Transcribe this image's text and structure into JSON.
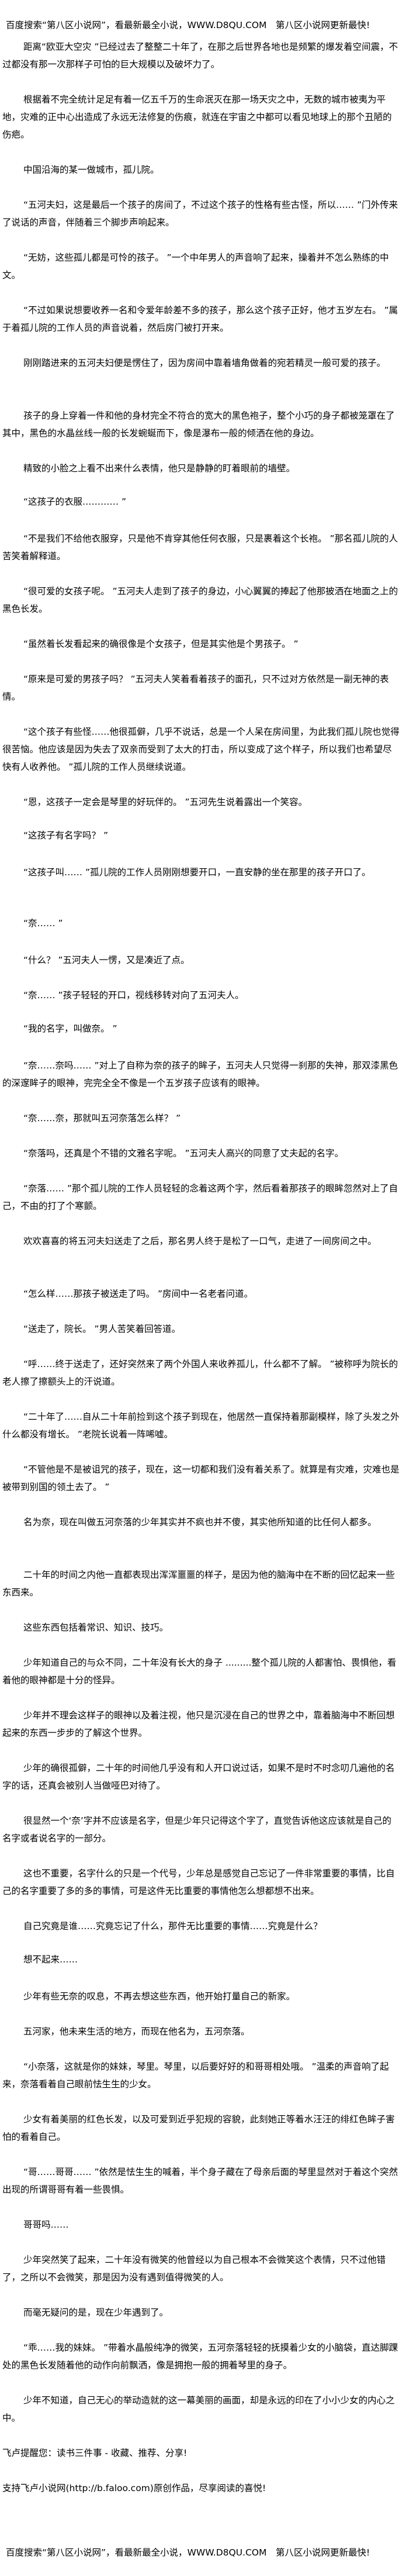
{
  "banner_top": "百度搜索“第八区小说网”，看最新最全小说，WWW.D8QU.COM　第八区小说网更新最快!",
  "paragraphs": [
    "距离“欧亚大空灾 ”已经过去了整整二十年了，在那之后世界各地也是频繁的爆发着空间震，不过都没有那一次那样子可怕的巨大规模以及破坏力了。",
    "根据着不完全统计足足有着一亿五千万的生命泯灭在那一场天灾之中，无数的城市被夷为平地，灾难的正中心出造成了永远无法修复的伤痕，就连在宇宙之中都可以看见地球上的那个丑陋的伤疤。",
    "中国沿海的某一做城市，孤儿院。",
    "“五河夫妇，这是最后一个孩子的房间了，不过这个孩子的性格有些古怪，所以…… ”门外传来了说话的声音，伴随着三个脚步声响起来。",
    "“无妨，这些孤儿都是可怜的孩子。 ”一个中年男人的声音响了起来，操着并不怎么熟练的中文。",
    "“不过如果说想要收养一名和令爱年龄差不多的孩子，那么这个孩子正好，他才五岁左右。 ”属于着孤儿院的工作人员的声音说着，然后房门被打开来。",
    "刚刚踏进来的五河夫妇便是愣住了，因为房间中靠着墙角做着的宛若精灵一般可爱的孩子。",
    "孩子的身上穿着一件和他的身材完全不符合的宽大的黑色袍子，整个小巧的身子都被笼罩在了其中，黑色的水晶丝线一般的长发蜿蜒而下，像是瀑布一般的倾洒在他的身边。",
    "精致的小脸之上看不出来什么表情，他只是静静的盯着眼前的墙壁。",
    "“这孩子的衣服………… ”",
    "“不是我们不给他衣服穿，只是他不肯穿其他任何衣服，只是裹着这个长袍。 ”那名孤儿院的人苦笑着解释道。",
    "“很可爱的女孩子呢。 ”五河夫人走到了孩子的身边，小心翼翼的捧起了他那披洒在地面之上的黑色长发。",
    "“虽然着长发看起来的确很像是个女孩子，但是其实他是个男孩子。 ”",
    "“原来是可爱的男孩子吗？ ”五河夫人笑着看着孩子的面孔，只不过对方依然是一副无神的表情。",
    "“这个孩子有些怪……他很孤僻，几乎不说话，总是一个人呆在房间里，为此我们孤儿院也觉得很苦恼。他应该是因为失去了双亲而受到了太大的打击，所以变成了这个样子，所以我们也希望尽快有人收养他。 ”孤儿院的工作人员继续说道。",
    "“恩，这孩子一定会是琴里的好玩伴的。 ”五河先生说着露出一个笑容。",
    "“这孩子有名字吗？ ”",
    "“这孩子叫…… ”孤儿院的工作人员刚刚想要开口，一直安静的坐在那里的孩子开口了。",
    "“奈…… ”",
    "“什么？ ”五河夫人一愣，又是凑近了点。",
    "“奈…… ”孩子轻轻的开口，视线移转对向了五河夫人。",
    "“我的名字，叫做奈。 ”",
    "“奈……奈吗…… ”对上了自称为奈的孩子的眸子，五河夫人只觉得一刹那的失神，那双漆黑色的深邃眸子的眼神，完完全全不像是一个五岁孩子应该有的眼神。",
    "“奈……奈，那就叫五河奈落怎么样？ ”",
    "“奈落吗，还真是个不错的文雅名字呢。 ”五河夫人高兴的同意了丈夫起的名字。",
    "“奈落…… ”那个孤儿院的工作人员轻轻的念着这两个字，然后看着那孩子的眼眸忽然对上了自己，不由的打了个寒颤。",
    "欢欢喜喜的将五河夫妇送走了之后，那名男人终于是松了一口气，走进了一间房间之中。",
    "“怎么样……那孩子被送走了吗。 ”房间中一名老者问道。",
    "“送走了，院长。 ”男人苦笑着回答道。",
    "“呼……终于送走了，还好突然来了两个外国人来收养孤儿，什么都不了解。 ”被称呼为院长的老人擦了擦额头上的汗说道。",
    "“二十年了……自从二十年前捡到这个孩子到现在，他居然一直保持着那副模样，除了头发之外什么都没有增长。 ”老院长说着一阵唏嘘。",
    "“不管他是不是被诅咒的孩子，现在，这一切都和我们没有着关系了。就算是有灾难，灾难也是被带到别国的领土去了。 ”",
    "名为奈，现在叫做五河奈落的少年其实并不疯也并不傻，其实他所知道的比任何人都多。",
    "二十年的时间之内他一直都表现出浑浑噩噩的样子，是因为他的脑海中在不断的回忆起来一些东西来。",
    "这些东西包括着常识、知识、技巧。",
    "少年知道自己的与众不同，二十年没有长大的身子 .........整个孤儿院的人都害怕、畏惧他，看着他的眼神都是十分的怪异。",
    "少年并不理会这样子的眼神以及着注视，他只是沉浸在自己的世界之中，靠着脑海中不断回想起来的东西一步步的了解这个世界。",
    "少年的确很孤僻，二十年的时间他几乎没有和人开口说过话，如果不是时不时念叨几遍他的名字的话，还真会被别人当做哑巴对待了。",
    "很显然一个‘奈’字并不应该是名字，但是少年只记得这个字了，直觉告诉他这应该就是自己的名字或者说名字的一部分。",
    "这也不重要，名字什么的只是一个代号，少年总是感觉自己忘记了一件非常重要的事情，比自己的名字重要了多的多的事情，可是这件无比重要的事情他怎么想都想不出来。",
    "自己究竟是谁……究竟忘记了什么，那件无比重要的事情……究竟是什么？",
    "想不起来……",
    "少年有些无奈的叹息，不再去想这些东西，他开始打量自己的新家。",
    "五河家，他未来生活的地方，而现在他名为，五河奈落。",
    "“小奈落，这就是你的妹妹，琴里。琴里，以后要好好的和哥哥相处哦。 ”温柔的声音响了起来，奈落看着自己眼前怯生生的少女。",
    "少女有着美丽的红色长发，以及可爱到近乎犯规的容貌，此刻她正等着水汪汪的绯红色眸子害怕的看着自己。",
    "“哥……哥哥…… ”依然是怯生生的喊着，半个身子藏在了母亲后面的琴里显然对于着这个突然出现的所谓哥哥有着一些畏惧。",
    "哥哥吗……",
    "少年突然笑了起来，二十年没有微笑的他曾经以为自己根本不会微笑这个表情，只不过他错了，之所以不会微笑，那是因为没有遇到值得微笑的人。",
    "而毫无疑问的是，现在少年遇到了。",
    "“乖……我的妹妹。 ”带着水晶般纯净的微笑，五河奈落轻轻的抚摸着少女的小脑袋，直达脚踝处的黑色长发随着他的动作向前飘洒，像是拥抱一般的拥着琴里的身子。",
    "少年不知道，自己无心的举动造就的这一幕美丽的画面，却是永远的印在了小小少女的内心之中。"
  ],
  "footer_notes": [
    "飞卢提醒您：读书三件事 - 收藏、推荐、分享!",
    "支持飞卢小说网(http://b.faloo.com)原创作品，尽享阅读的喜悦!"
  ],
  "banner_bottom": "百度搜索“第八区小说网”，看最新最全小说，WWW.D8QU.COM　第八区小说网更新最快!"
}
